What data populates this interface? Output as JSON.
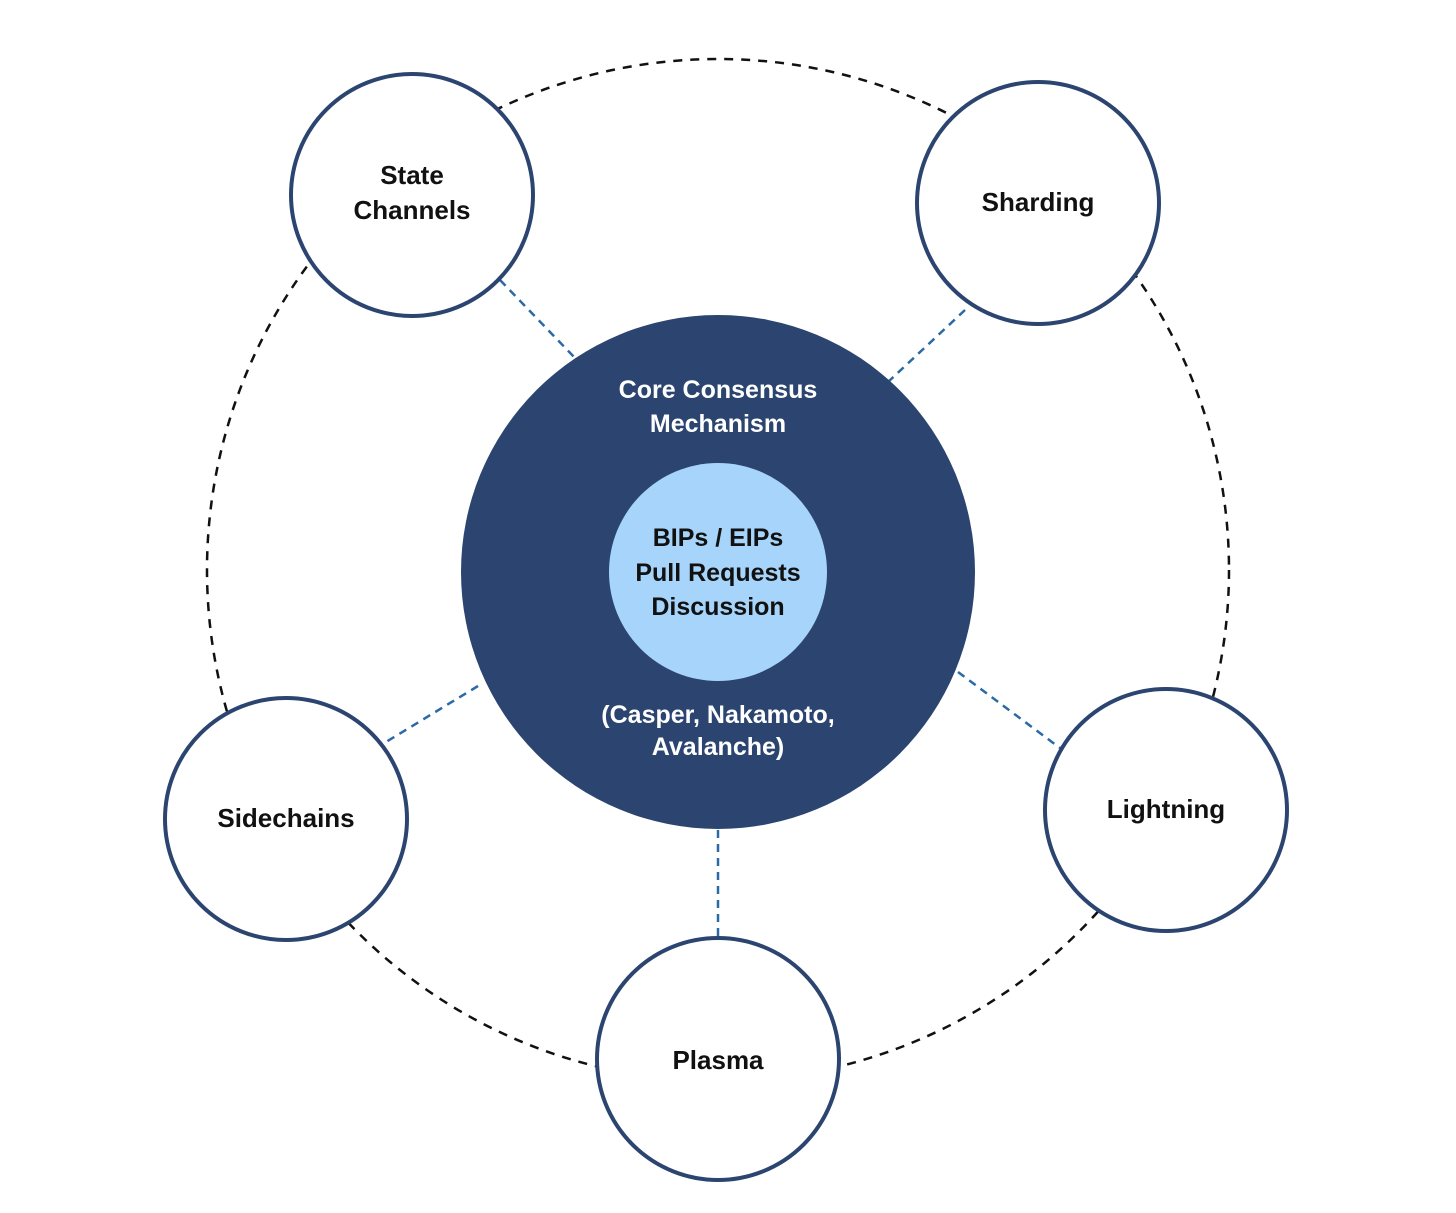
{
  "colors": {
    "node_stroke": "#2b4570",
    "node_fill": "#ffffff",
    "core_fill": "#2b4570",
    "inner_fill": "#a6d4fa",
    "orbit_stroke": "#111111",
    "connector_stroke": "#2b6aa6",
    "core_text": "#ffffff",
    "node_text": "#111111"
  },
  "core": {
    "title_line1": "Core Consensus",
    "title_line2": "Mechanism",
    "note_line1": "(Casper, Nakamoto,",
    "note_line2": "Avalanche)"
  },
  "inner": {
    "line1": "BIPs / EIPs",
    "line2": "Pull Requests",
    "line3": "Discussion"
  },
  "nodes": {
    "state_channels": {
      "line1": "State",
      "line2": "Channels"
    },
    "sharding": {
      "label": "Sharding"
    },
    "sidechains": {
      "label": "Sidechains"
    },
    "lightning": {
      "label": "Lightning"
    },
    "plasma": {
      "label": "Plasma"
    }
  }
}
